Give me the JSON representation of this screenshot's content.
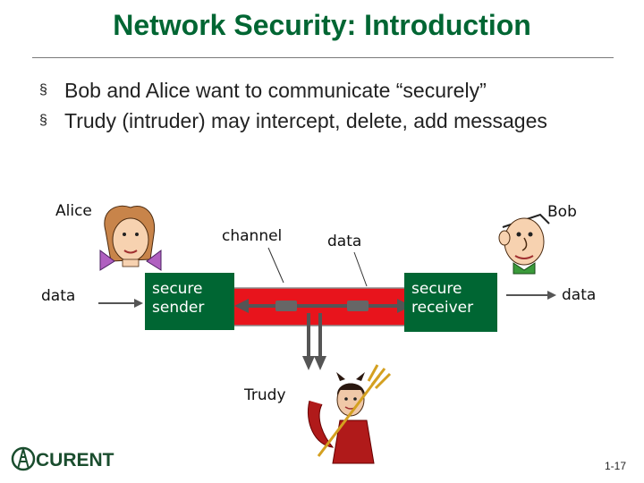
{
  "slide": {
    "title": "Network Security: Introduction",
    "bullets": [
      "Bob and Alice want to communicate “securely”",
      "Trudy (intruder) may intercept, delete, add messages"
    ],
    "bullet_mark": "§",
    "page_number": "1-17"
  },
  "diagram": {
    "alice_label": "Alice",
    "bob_label": "Bob",
    "channel_label": "channel",
    "data_label_middle": "data",
    "data_label_left": "data",
    "data_label_right": "data",
    "secure_sender": "secure sender",
    "secure_receiver": "secure receiver",
    "trudy_label": "Trudy"
  },
  "logo": {
    "text": "CURENT"
  },
  "colors": {
    "title": "#006633",
    "box": "#006633",
    "channel": "#e8141c",
    "logo": "#1a4d2e"
  }
}
